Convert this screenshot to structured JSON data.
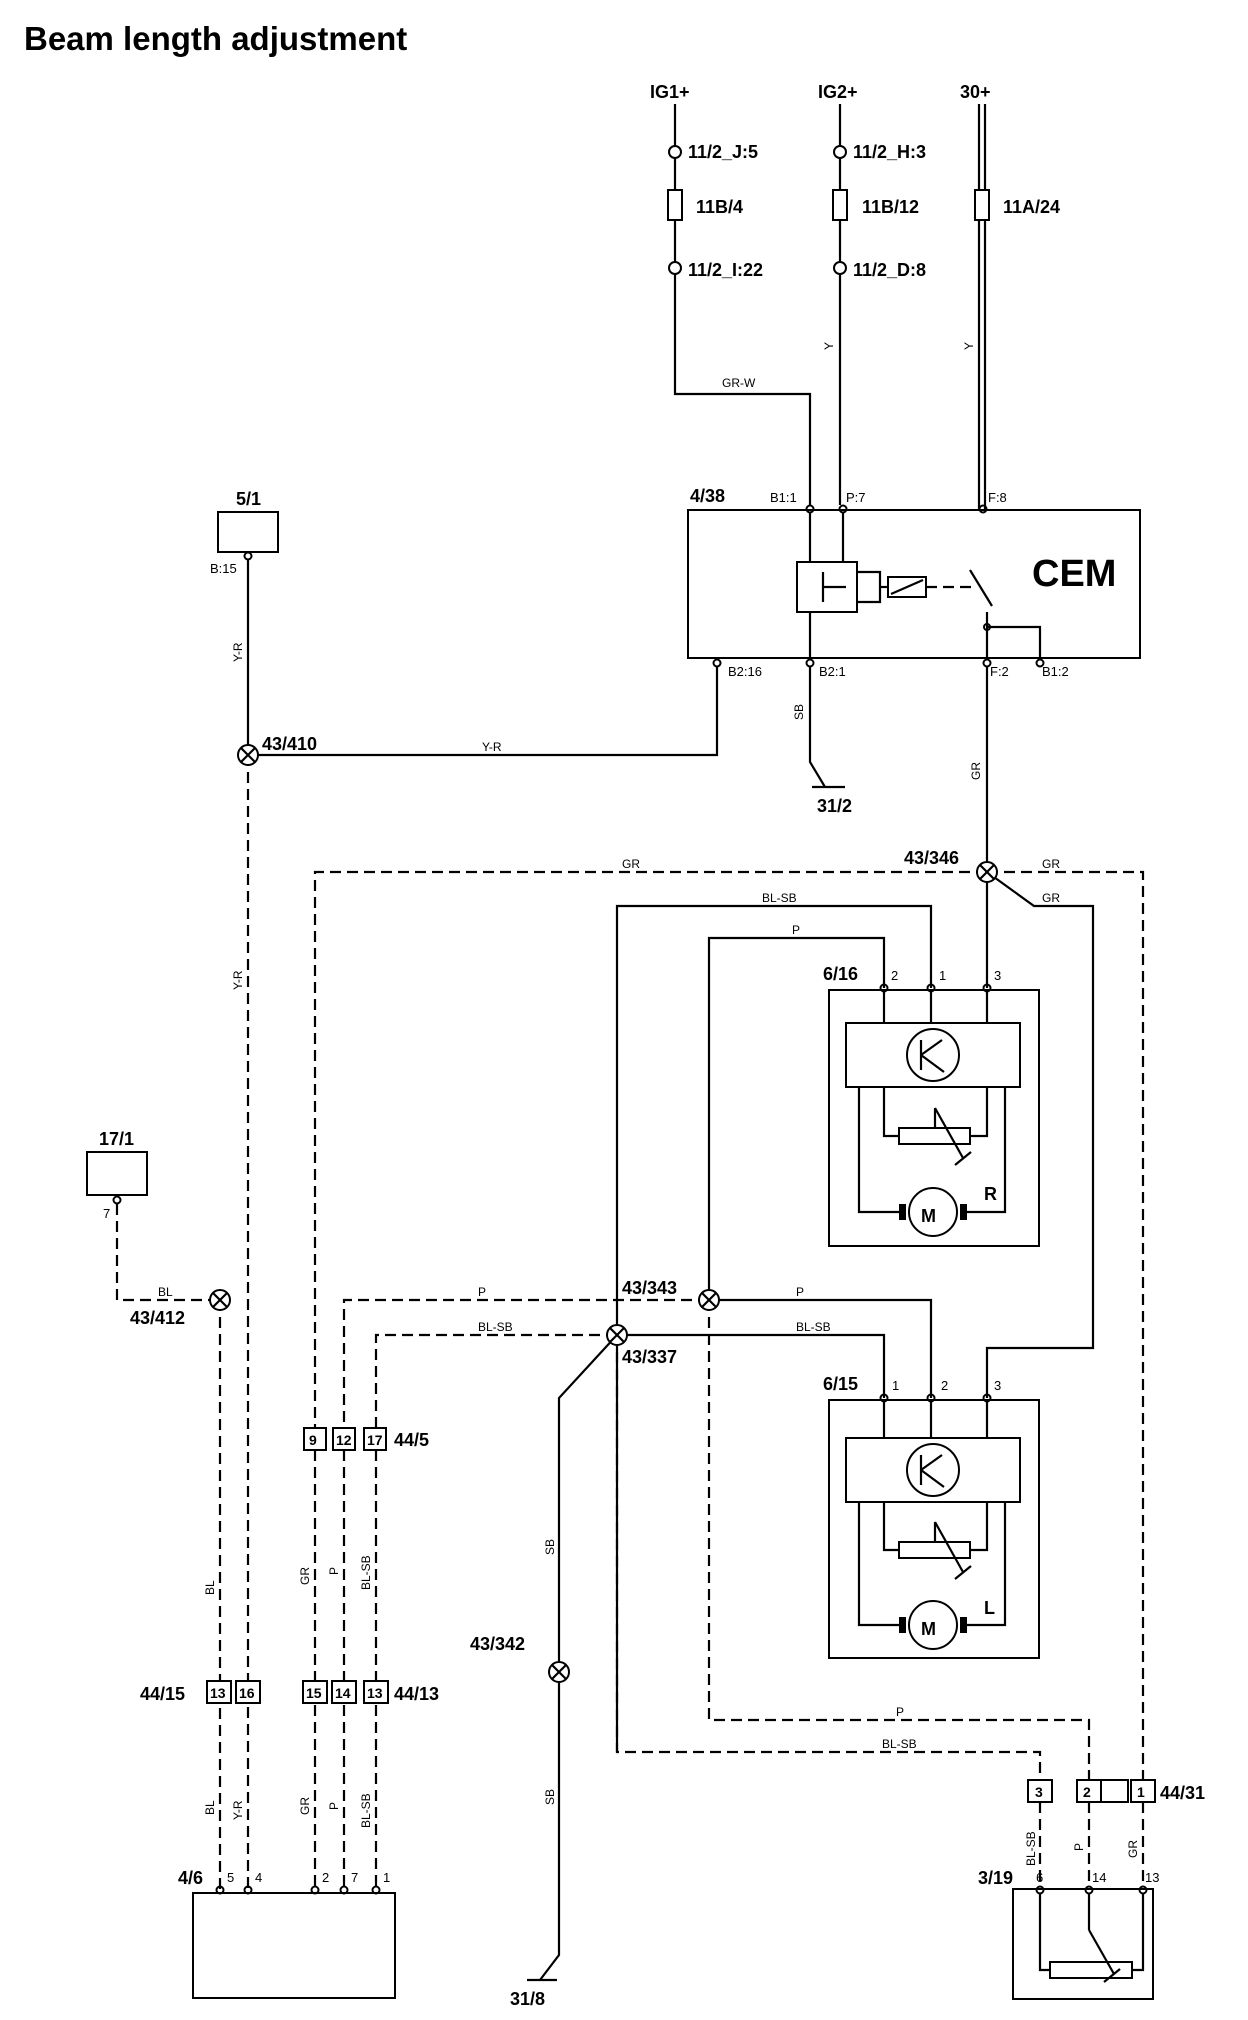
{
  "title": "Beam length adjustment",
  "supplies": {
    "ig1": "IG1+",
    "ig2": "IG2+",
    "b30": "30+"
  },
  "fuse_points": {
    "j5": "11/2_J:5",
    "h3": "11/2_H:3",
    "i22": "11/2_I:22",
    "d8": "11/2_D:8",
    "f1": "11B/4",
    "f2": "11B/12",
    "f3": "11A/24"
  },
  "cem": {
    "id": "4/38",
    "label": "CEM",
    "pins": {
      "b11": "B1:1",
      "p7": "P:7",
      "f8": "F:8",
      "b216": "B2:16",
      "b21": "B2:1",
      "f2": "F:2",
      "b12": "B1:2"
    }
  },
  "components": {
    "c51": "5/1",
    "c51_pin": "B:15",
    "c171": "17/1",
    "c171_pin": "7",
    "sensor_r": "6/16",
    "sensor_l": "6/15",
    "letter_r": "R",
    "letter_l": "L",
    "motor": "M",
    "c46": "4/6",
    "c319": "3/19"
  },
  "grounds": {
    "g312": "31/2",
    "g318": "31/8"
  },
  "splices": {
    "s410": "43/410",
    "s346": "43/346",
    "s343": "43/343",
    "s337": "43/337",
    "s412": "43/412",
    "s342": "43/342"
  },
  "connectors": {
    "c445": "44/5",
    "c4415": "44/15",
    "c4413": "44/13",
    "c4431": "44/31",
    "c445_pins": [
      "9",
      "12",
      "17"
    ],
    "c4415_pins": [
      "13",
      "16"
    ],
    "c4413_pins": [
      "15",
      "14",
      "13"
    ],
    "c4431_pins": [
      "3",
      "2",
      "1"
    ]
  },
  "pins": {
    "s616": [
      "2",
      "1",
      "3"
    ],
    "s615": [
      "1",
      "2",
      "3"
    ],
    "c46": [
      "5",
      "4",
      "2",
      "7",
      "1"
    ],
    "c319": [
      "6",
      "14",
      "13"
    ]
  },
  "wire_colors": {
    "gr_w": "GR-W",
    "y": "Y",
    "y_r": "Y-R",
    "sb": "SB",
    "gr": "GR",
    "bl_sb": "BL-SB",
    "p": "P",
    "bl": "BL"
  }
}
